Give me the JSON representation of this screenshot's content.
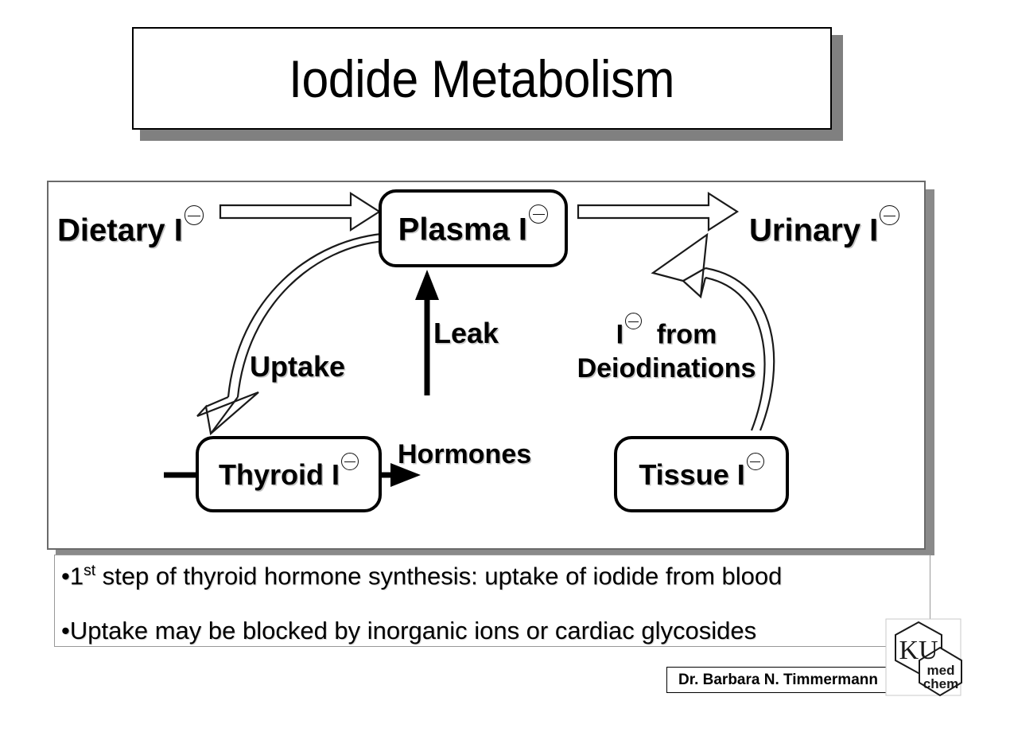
{
  "slide": {
    "title": "Iodide Metabolism",
    "diagram": {
      "nodes": {
        "dietary": "Dietary I",
        "plasma": "Plasma I",
        "urinary": "Urinary I",
        "thyroid": "Thyroid I",
        "tissue": "Tissue I"
      },
      "charge_symbol": "minus-circle",
      "edge_labels": {
        "uptake": "Uptake",
        "leak": "Leak",
        "hormones": "Hormones",
        "deiodinations_line1": "I",
        "deiodinations_line1_suffix": "from",
        "deiodinations_line2": "Deiodinations"
      },
      "arrows": [
        {
          "name": "dietary-to-plasma",
          "style": "hollow-block",
          "direction": "right"
        },
        {
          "name": "plasma-to-urinary",
          "style": "hollow-block",
          "direction": "right"
        },
        {
          "name": "plasma-to-thyroid-uptake",
          "style": "hollow-curved",
          "direction": "down-left"
        },
        {
          "name": "thyroid-to-plasma-leak",
          "style": "solid-thin",
          "direction": "up"
        },
        {
          "name": "thyroid-to-tissue-hormones",
          "style": "solid-thin",
          "direction": "right"
        },
        {
          "name": "tissue-to-urinary-deiodination",
          "style": "hollow-curved",
          "direction": "up-left"
        }
      ]
    },
    "bullets": [
      {
        "prefix": "•",
        "text_before_sup": "1",
        "sup": "st",
        "text_after_sup": " step of thyroid hormone synthesis: uptake of iodide from blood"
      },
      {
        "prefix": "•",
        "text_before_sup": "Uptake may be blocked by inorganic ions or cardiac glycosides",
        "sup": "",
        "text_after_sup": ""
      }
    ],
    "footer": {
      "author": "Dr. Barbara N. Timmermann",
      "logo_text_top": "KU",
      "logo_text_bottom_line1": "med",
      "logo_text_bottom_line2": "chem"
    },
    "colors": {
      "background": "#ffffff",
      "ink": "#000000",
      "shadow_gray": "#808080",
      "frame_gray": "#6a6a6a"
    }
  }
}
